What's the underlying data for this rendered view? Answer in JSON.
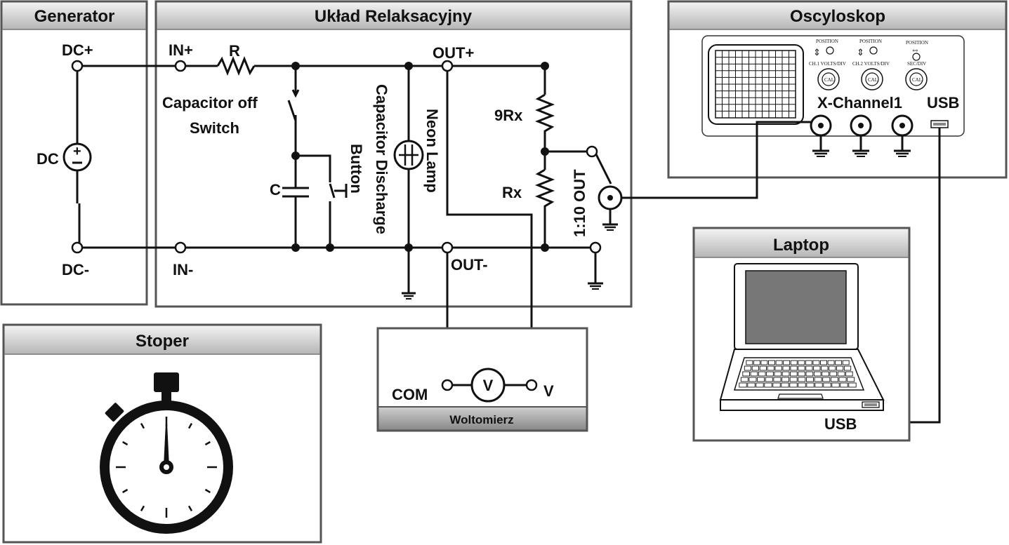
{
  "panels": {
    "generator": {
      "title": "Generator",
      "dc_plus": "DC+",
      "dc_minus": "DC-",
      "dc": "DC"
    },
    "circuit": {
      "title": "Układ Relaksacyjny",
      "in_plus": "IN+",
      "in_minus": "IN-",
      "resistor": "R",
      "switch_line1": "Capacitor off",
      "switch_line2": "Switch",
      "capacitor": "C",
      "discharge_line1": "Capacitor Discharge",
      "discharge_line2": "Button",
      "neon": "Neon Lamp",
      "out_plus": "OUT+",
      "out_minus": "OUT-",
      "r9": "9Rx",
      "rx": "Rx",
      "out10": "1:10 OUT"
    },
    "oscilloscope": {
      "title": "Oscyloskop",
      "position": "POSITION",
      "ch1": "CH.1 VOLTS/DIV",
      "ch2": "CH.2 VOLTS/DIV",
      "sec": "SEC/DIV",
      "cal": "CAL",
      "xchannel": "X-Channel1",
      "usb": "USB"
    },
    "laptop": {
      "title": "Laptop",
      "usb": "USB"
    },
    "voltmeter": {
      "title": "Woltomierz",
      "com": "COM",
      "v": "V",
      "symbol": "V"
    },
    "stopwatch": {
      "title": "Stoper"
    }
  },
  "colors": {
    "title_bar_top": "#f0f0f0",
    "title_bar_bottom": "#b8b8b8",
    "ink": "#111111"
  }
}
